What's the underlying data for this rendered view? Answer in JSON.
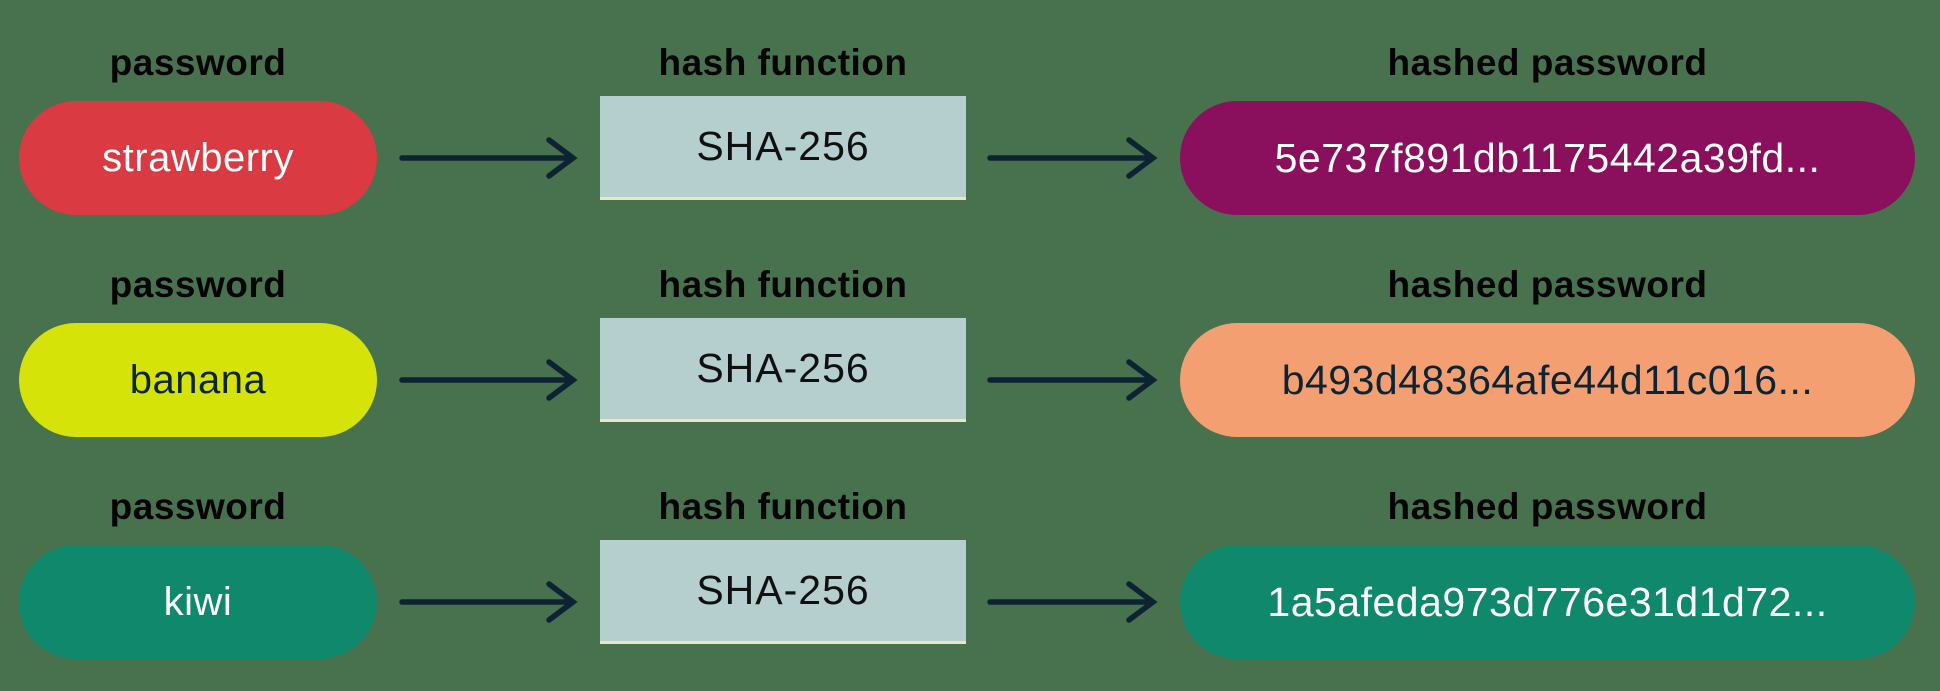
{
  "colors": {
    "background": "#48714e",
    "arrow": "#0d2334",
    "label_text": "#050505",
    "hash_box_fill": "#b4cfce",
    "hash_box_text": "#101010",
    "hash_box_bottom_edge": "#e9e8c0"
  },
  "rows": [
    {
      "password_label": "password",
      "hash_function_label": "hash function",
      "hashed_password_label": "hashed password",
      "password": "strawberry",
      "hash_function": "SHA-256",
      "hashed_password": "5e737f891db1175442a39fd...",
      "password_pill_color": "#da3a42",
      "password_text_color": "#ffffff",
      "hashed_pill_color": "#8a0f5c",
      "hashed_text_color": "#ffffff"
    },
    {
      "password_label": "password",
      "hash_function_label": "hash function",
      "hashed_password_label": "hashed password",
      "password": "banana",
      "hash_function": "SHA-256",
      "hashed_password": "b493d48364afe44d11c016...",
      "password_pill_color": "#d5e308",
      "password_text_color": "#0d2433",
      "hashed_pill_color": "#f49f71",
      "hashed_text_color": "#0d2433"
    },
    {
      "password_label": "password",
      "hash_function_label": "hash function",
      "hashed_password_label": "hashed password",
      "password": "kiwi",
      "hash_function": "SHA-256",
      "hashed_password": "1a5afeda973d776e31d1d72...",
      "password_pill_color": "#10886b",
      "password_text_color": "#ffffff",
      "hashed_pill_color": "#10886b",
      "hashed_text_color": "#ffffff"
    }
  ]
}
